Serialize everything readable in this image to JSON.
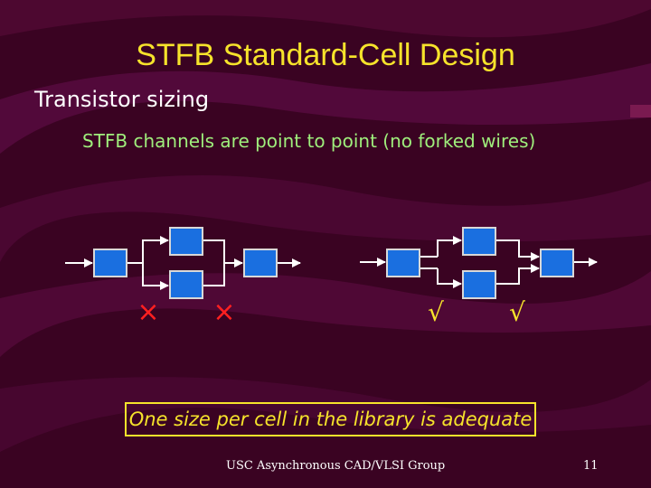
{
  "title": "STFB Standard-Cell Design",
  "subtitle": "Transistor sizing",
  "bullet": "STFB channels are point to point (no forked wires)",
  "note": "One size per cell in the library is adequate",
  "footer": "USC Asynchronous CAD/VLSI Group",
  "page_number": "11",
  "marks": {
    "cross": "×",
    "check": "√"
  },
  "colors": {
    "title": "#f6e32b",
    "bullet": "#9fef7c",
    "cell_fill": "#1a6fe0",
    "cross": "#ff2020",
    "check": "#f6e32b"
  }
}
